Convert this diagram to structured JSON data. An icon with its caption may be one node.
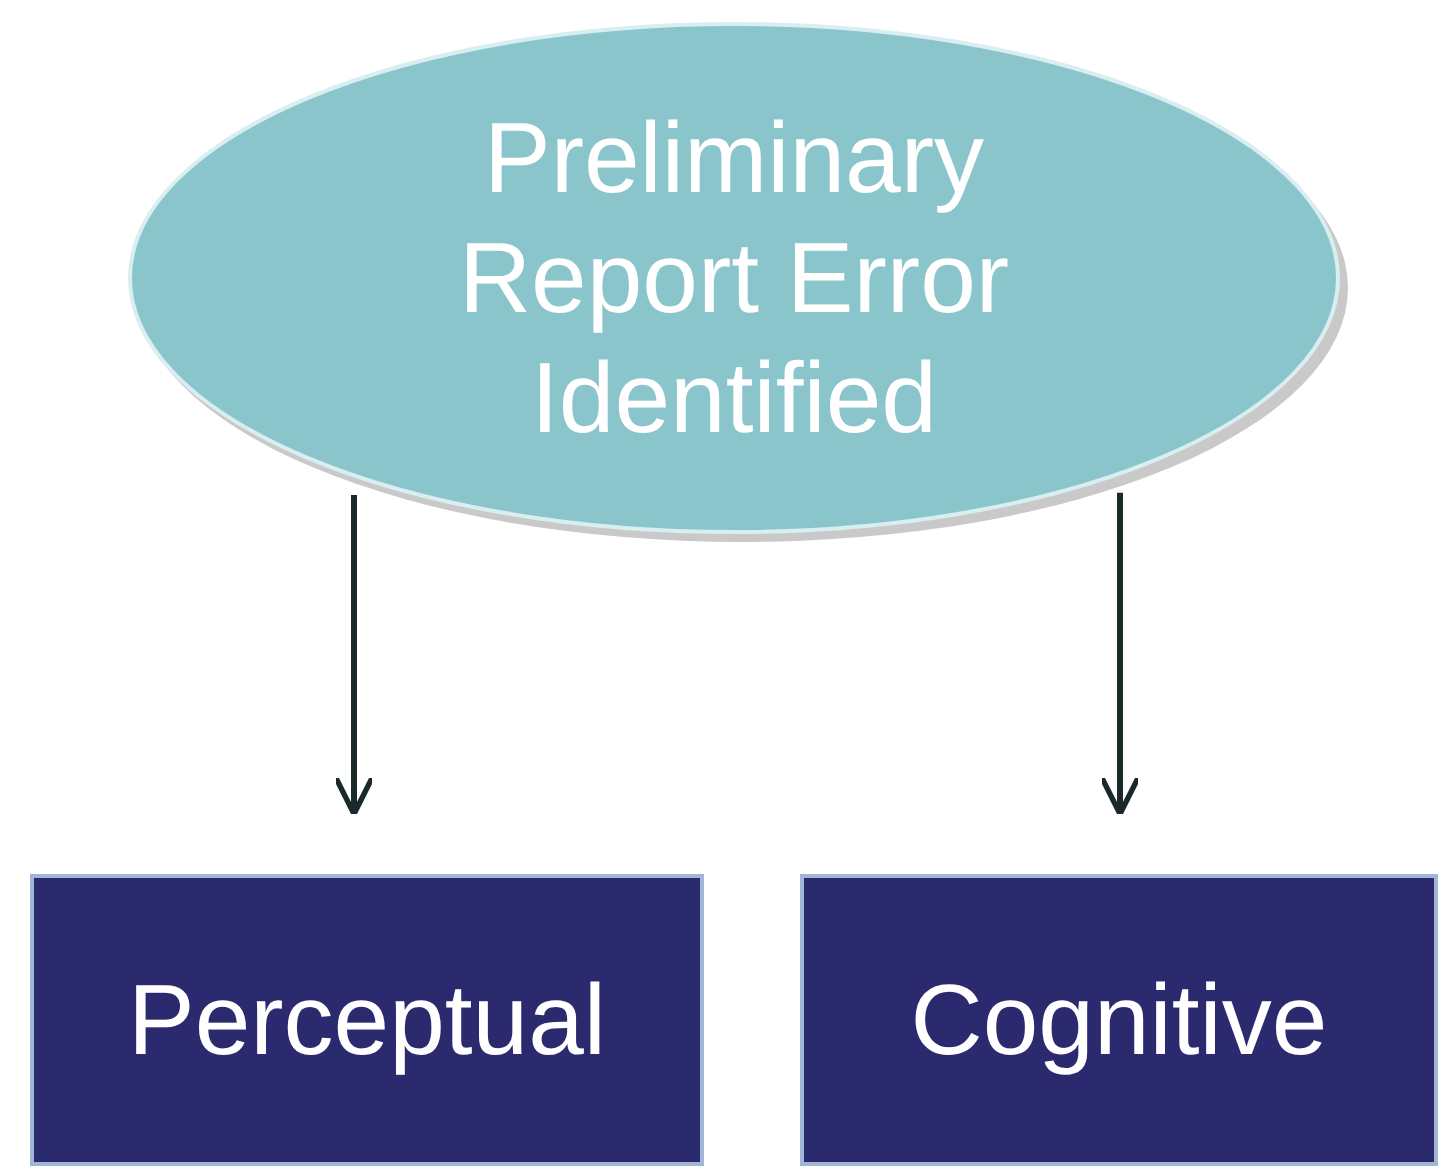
{
  "diagram": {
    "nodes": [
      {
        "text": [
          "Preliminary Report Error Identified"
        ]
      },
      {
        "text": [
          "Perceptual"
        ]
      },
      {
        "text": [
          "Cognitive"
        ]
      }
    ],
    "edges": [
      {
        "from": 0,
        "to": 1,
        "arrow": "to"
      },
      {
        "from": 0,
        "to": 2,
        "arrow": "to"
      }
    ]
  }
}
